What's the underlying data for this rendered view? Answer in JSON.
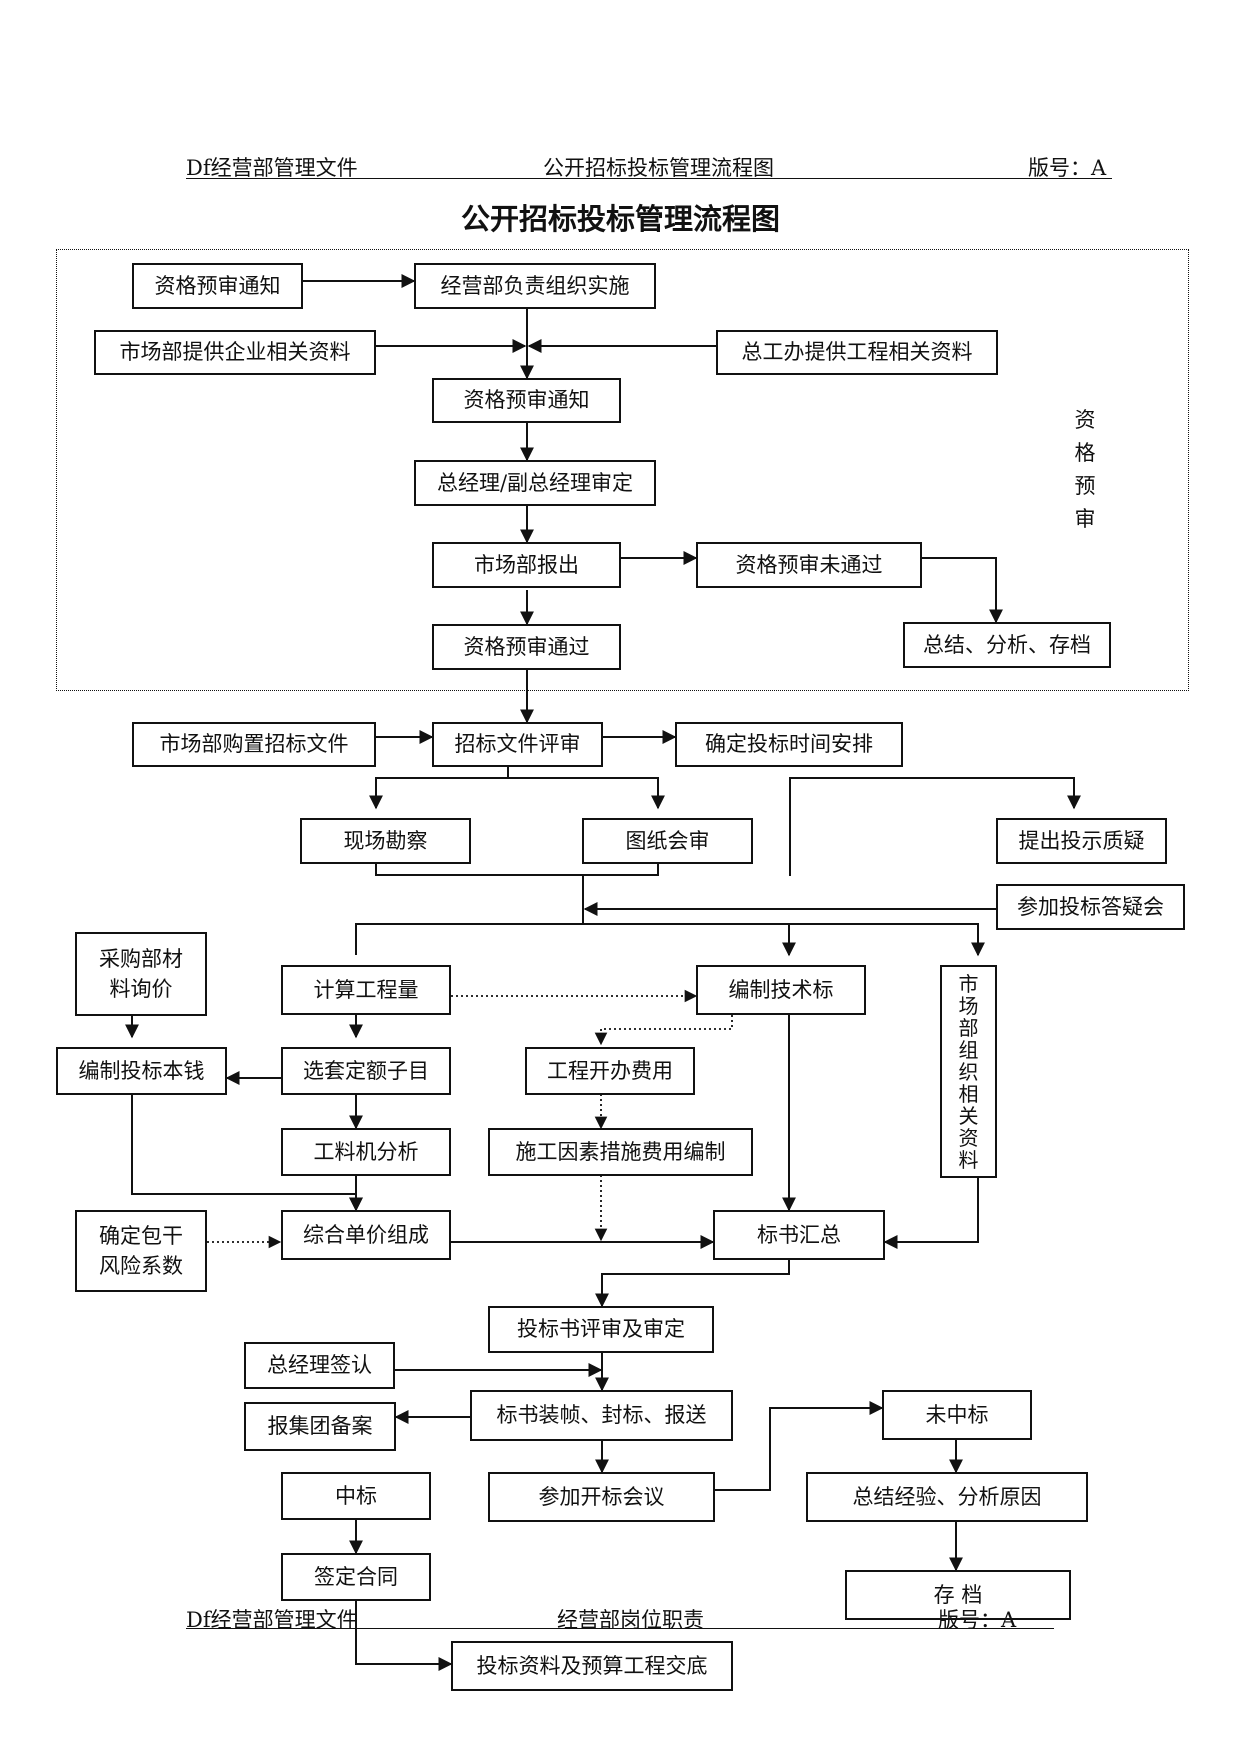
{
  "header_top": {
    "left": "Df经营部管理文件",
    "center": "公开招标投标管理流程图",
    "right": "版号：A"
  },
  "doc_title": "公开招标投标管理流程图",
  "section_label": [
    "资",
    "格",
    "预",
    "审"
  ],
  "boxes": {
    "b_notice_top": "资格预审通知",
    "b_ops_org": "经营部负责组织实施",
    "b_market_info": "市场部提供企业相关资料",
    "b_chief_eng": "总工办提供工程相关资料",
    "b_notice_mid": "资格预审通知",
    "b_gm_approve": "总经理/副总经理审定",
    "b_market_submit": "市场部报出",
    "b_not_passed": "资格预审未通过",
    "b_summary_archive": "总结、分析、存档",
    "b_passed": "资格预审通过",
    "b_buy_docs": "市场部购置招标文件",
    "b_doc_review": "招标文件评审",
    "b_schedule": "确定投标时间安排",
    "b_site_survey": "现场勘察",
    "b_drawing_review": "图纸会审",
    "b_raise_queries": "提出投示质疑",
    "b_qa_meeting": "参加投标答疑会",
    "b_procure_price_l1": "采购部材",
    "b_procure_price_l2": "料询价",
    "b_calc_qty": "计算工程量",
    "b_tech_bid": "编制技术标",
    "b_market_org": [
      "市",
      "场",
      "部",
      "组",
      "织",
      "相",
      "关",
      "资",
      "料"
    ],
    "b_bid_cost": "编制投标本钱",
    "b_select_quota": "选套定额子目",
    "b_startup_cost": "工程开办费用",
    "b_labor_analysis": "工料机分析",
    "b_measures_cost": "施工因素措施费用编制",
    "b_risk_l1": "确定包干",
    "b_risk_l2": "风险系数",
    "b_unit_price": "综合单价组成",
    "b_bid_summary": "标书汇总",
    "b_bid_review": "投标书评审及审定",
    "b_gm_sign": "总经理签认",
    "b_bind_seal": "标书装帧、封标、报送",
    "b_group_file": "报集团备案",
    "b_not_won": "未中标",
    "b_won": "中标",
    "b_opening": "参加开标会议",
    "b_lessons": "总结经验、分析原因",
    "b_contract": "签定合同",
    "b_archive": "存 档",
    "b_handover": "投标资料及预算工程交底"
  },
  "header_bottom": {
    "left": "Df经营部管理文件",
    "center": "经营部岗位职责",
    "right": "版号：A"
  }
}
